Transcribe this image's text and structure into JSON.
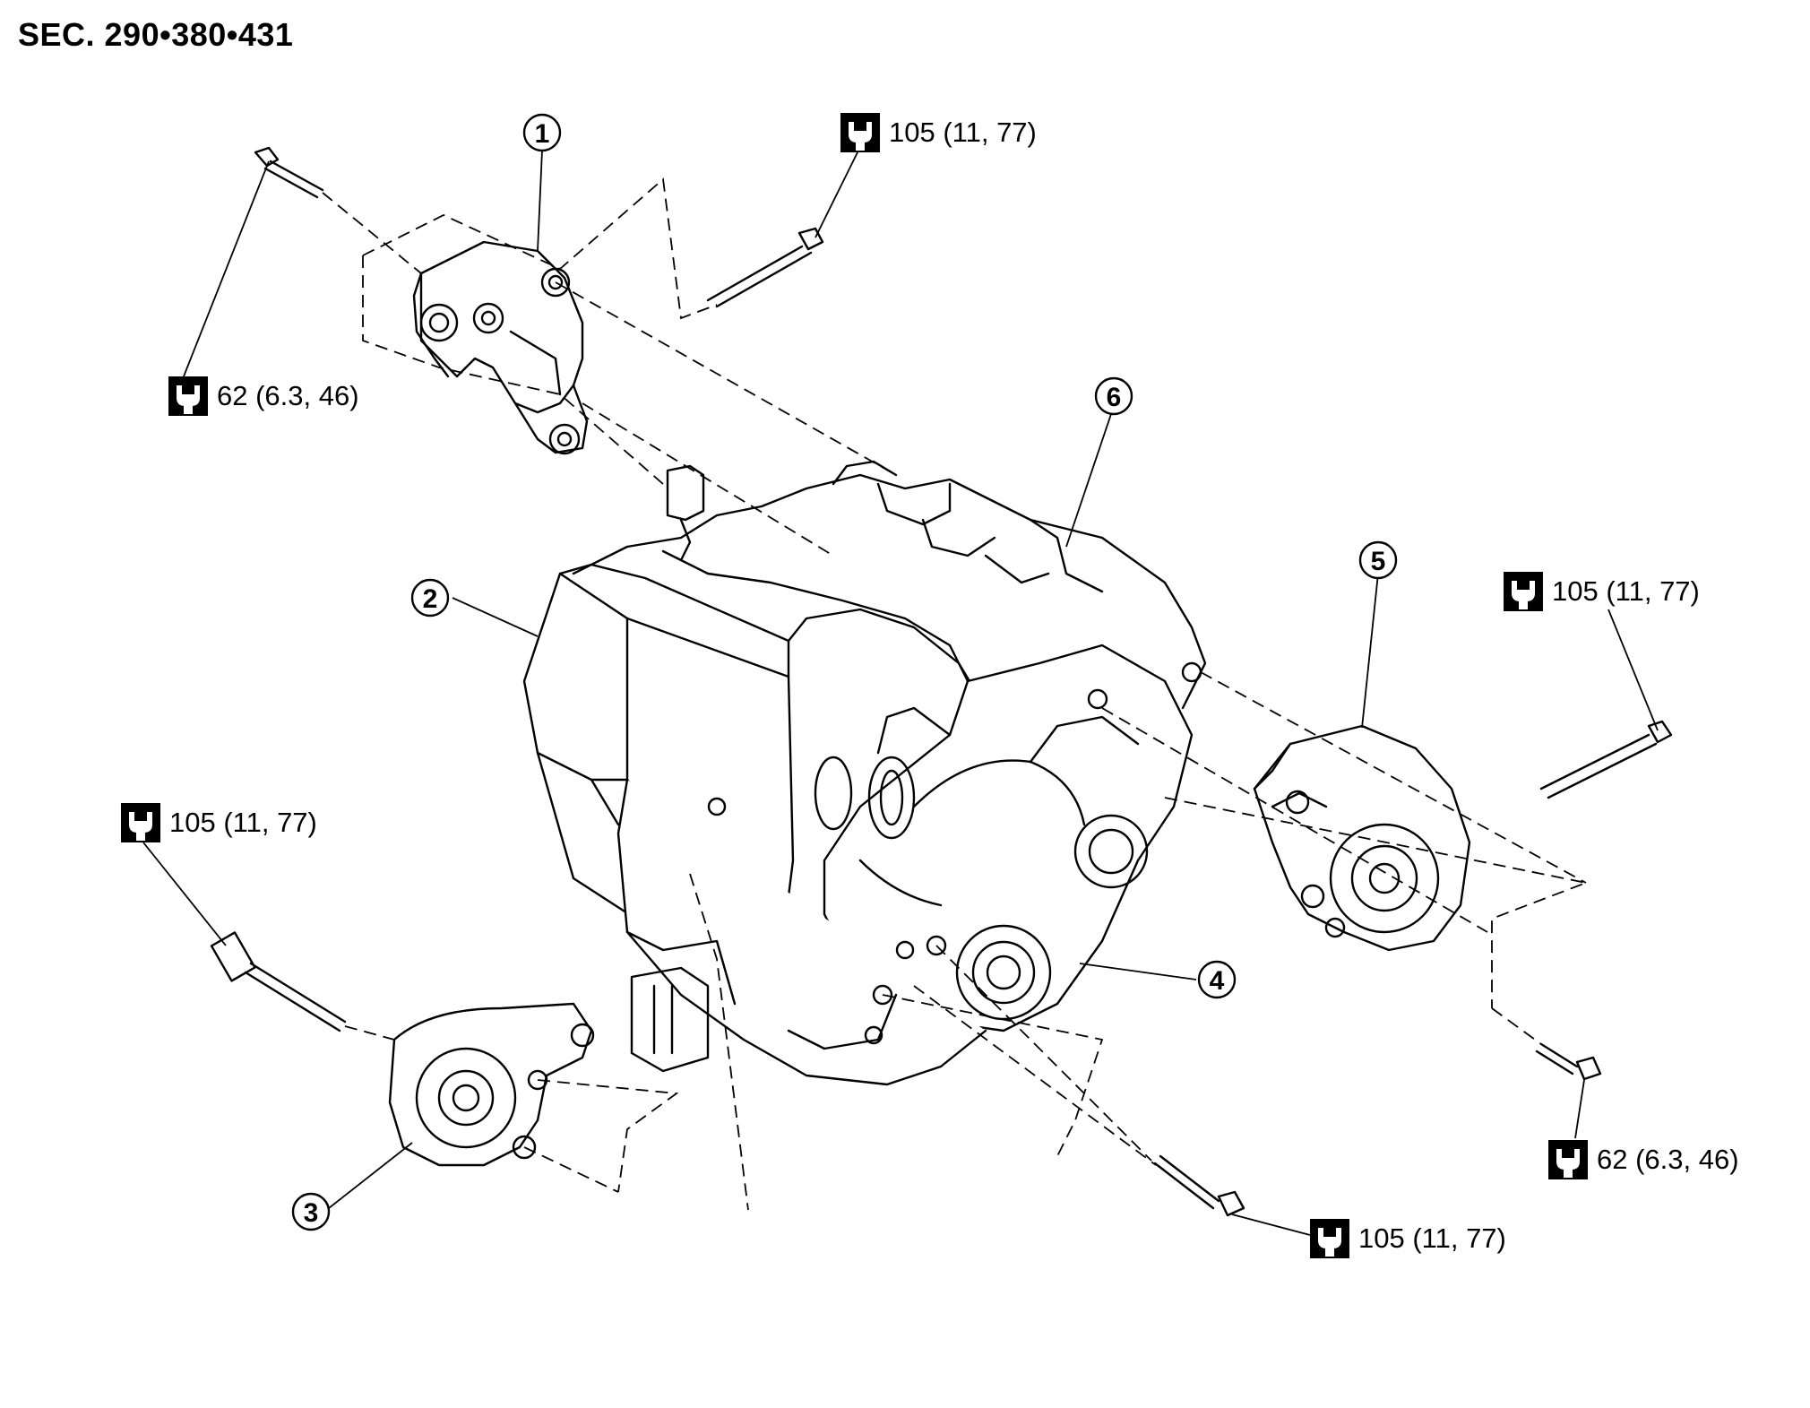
{
  "section_title": "SEC. 290•380•431",
  "icons": {
    "torque": "torque-wrench-icon"
  },
  "callouts": [
    "1",
    "2",
    "3",
    "4",
    "5",
    "6"
  ],
  "torque_specs": [
    "105 (11, 77)",
    "62 (6.3, 46)",
    "105 (11, 77)",
    "105 (11, 77)",
    "62 (6.3, 46)",
    "105 (11, 77)"
  ]
}
